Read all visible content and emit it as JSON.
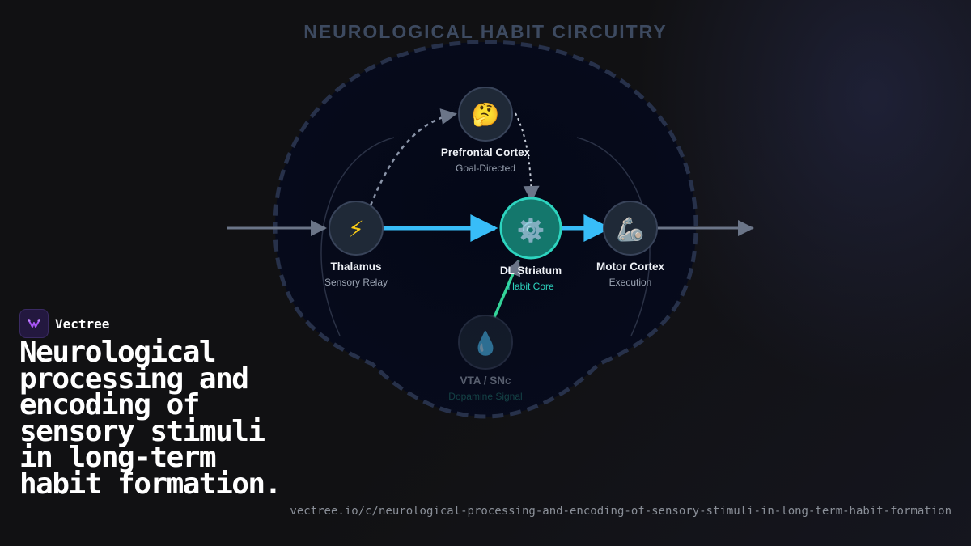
{
  "diagram": {
    "title": "NEUROLOGICAL HABIT CIRCUITRY",
    "nodes": {
      "prefrontal": {
        "label": "Prefrontal Cortex",
        "sublabel": "Goal-Directed",
        "icon": "thinking-face-icon",
        "glyph": "🤔"
      },
      "thalamus": {
        "label": "Thalamus",
        "sublabel": "Sensory Relay",
        "icon": "lightning-icon",
        "glyph": "⚡"
      },
      "striatum": {
        "label": "DL Striatum",
        "sublabel": "Habit Core",
        "icon": "gear-icon",
        "glyph": "⚙️"
      },
      "motor": {
        "label": "Motor Cortex",
        "sublabel": "Execution",
        "icon": "robotic-arm-icon",
        "glyph": "🦾"
      },
      "vta": {
        "label": "VTA / SNc",
        "sublabel": "Dopamine Signal",
        "icon": "droplet-icon",
        "glyph": "💧"
      }
    },
    "colors": {
      "main_pathway": "#38bdf8",
      "dopamine_pathway": "#34d399",
      "striatum_fill": "#14776c",
      "striatum_ring": "#2dd4bf",
      "node_fill": "#1f2937",
      "gray_arrow": "#6b7588"
    }
  },
  "brand": {
    "name": "Vectree"
  },
  "headline": "Neurological processing and encoding of sensory stimuli in long-term habit formation.",
  "url": "vectree.io/c/neurological-processing-and-encoding-of-sensory-stimuli-in-long-term-habit-formation"
}
